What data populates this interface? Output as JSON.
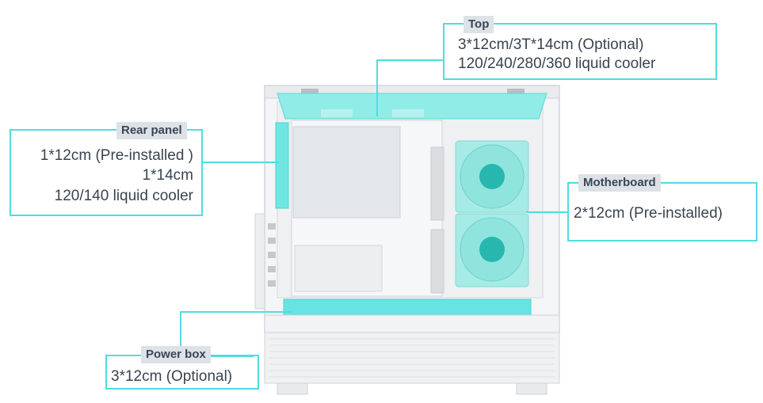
{
  "callouts": {
    "top": {
      "tag": "Top",
      "lines": [
        "3*12cm/3T*14cm (Optional)",
        "120/240/280/360 liquid cooler"
      ]
    },
    "rear": {
      "tag": "Rear panel",
      "lines": [
        "1*12cm (Pre-installed )",
        "1*14cm",
        "120/140 liquid cooler"
      ]
    },
    "motherboard": {
      "tag": "Motherboard",
      "lines": [
        "2*12cm (Pre-installed)"
      ]
    },
    "power": {
      "tag": "Power box",
      "lines": [
        "3*12cm (Optional)"
      ]
    }
  },
  "colors": {
    "accent": "#4fdde0",
    "fan": "#9ee8e2",
    "tag_bg": "#dde2e7",
    "text": "#3a4450"
  }
}
